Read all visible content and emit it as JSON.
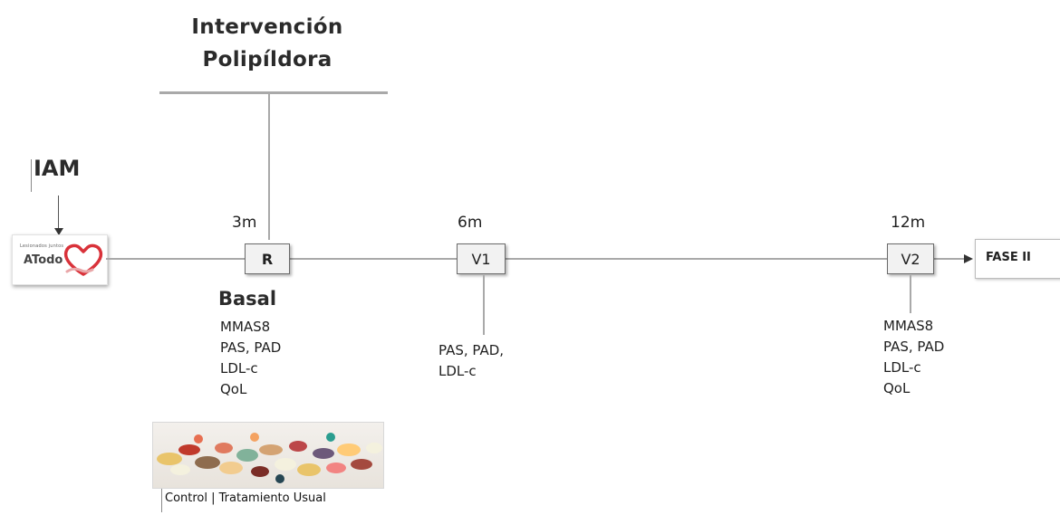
{
  "intervention": {
    "line1": "Intervención",
    "line2": "Polipíldora"
  },
  "start": {
    "label": "IAM",
    "logo_small_text": "Lesionados juntos",
    "logo_text": "ATodo",
    "logo_icon": "heart-hand-icon"
  },
  "visits": [
    {
      "time": "3m",
      "label": "R"
    },
    {
      "time": "6m",
      "label": "V1"
    },
    {
      "time": "12m",
      "label": "V2"
    }
  ],
  "basal": {
    "title": "Basal",
    "items": [
      "MMAS8",
      "PAS, PAD",
      "LDL-c",
      "QoL"
    ]
  },
  "v1_measures": [
    "PAS, PAD,",
    "LDL-c"
  ],
  "v2_measures": [
    "MMAS8",
    "PAS, PAD",
    "LDL-c",
    "QoL"
  ],
  "next_phase": "FASE II",
  "control": {
    "caption": "Control | Tratamiento Usual",
    "image": "pills-photo"
  },
  "colors": {
    "line": "#a9a9a9",
    "box_fill": "#f2f2f2",
    "heart": "#d9323a"
  }
}
